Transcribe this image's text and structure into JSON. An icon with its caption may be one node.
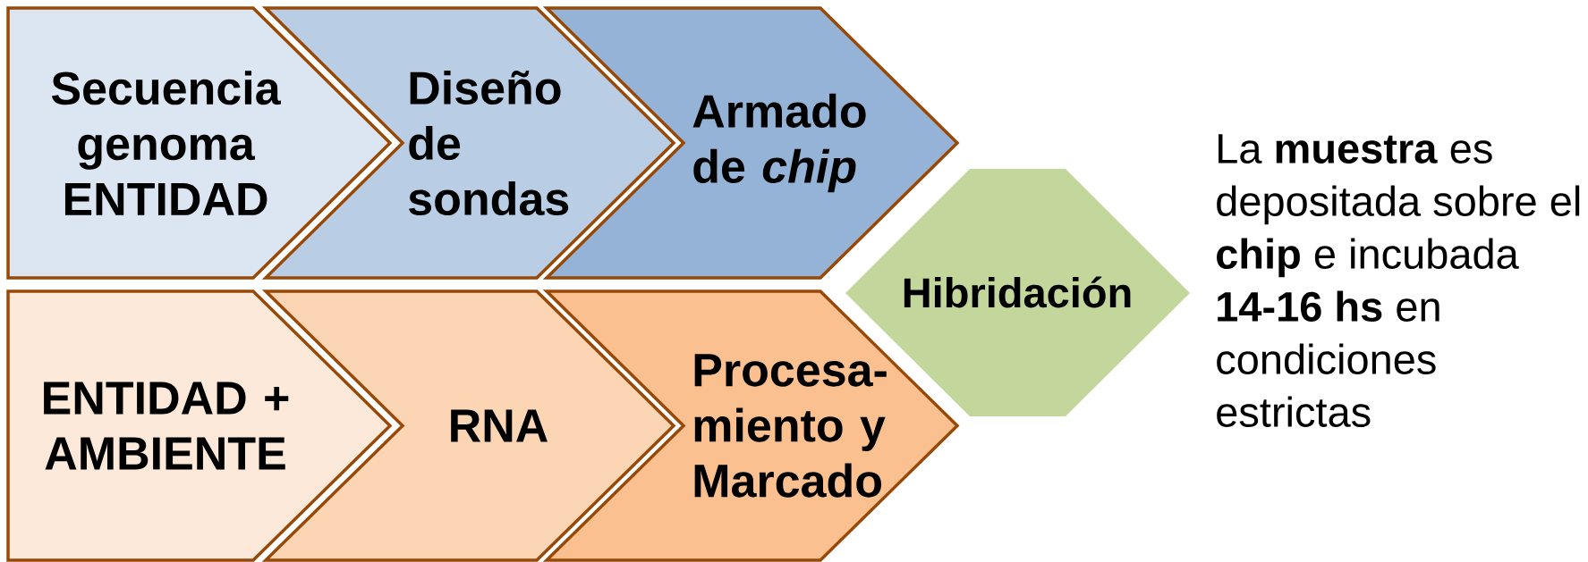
{
  "diagram": {
    "nodes": [
      {
        "text": [
          "Secuencia genoma ENTIDAD"
        ]
      },
      {
        "text": [
          "Diseño de sondas"
        ]
      },
      {
        "text": [
          "Armado de *chip*"
        ]
      },
      {
        "text": [
          "ENTIDAD + AMBIENTE"
        ]
      },
      {
        "text": [
          "RNA"
        ]
      },
      {
        "text": [
          "Procesa-miento y Marcado"
        ]
      },
      {
        "text": [
          "Hibridación"
        ],
        "beside": [
          "La **muestra** es depositada sobre el **chip** e incubada **14-16 hs** en condiciones estrictas"
        ]
      }
    ]
  }
}
